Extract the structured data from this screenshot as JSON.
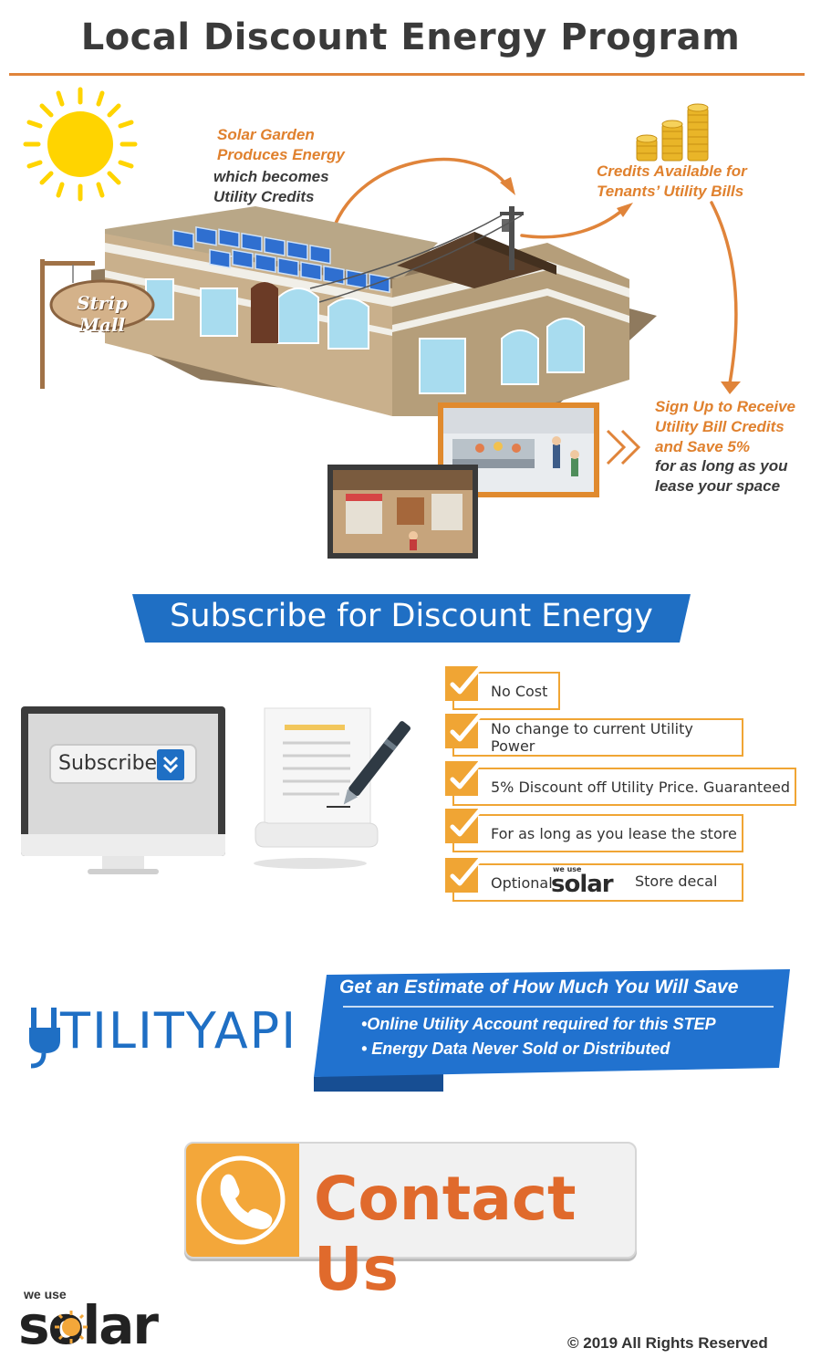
{
  "header": {
    "title": "Local Discount Energy Program"
  },
  "scene": {
    "sign_text": "Strip Mall",
    "solar_caption_orange": "Solar Garden\nProduces Energy",
    "solar_caption_dark": "which becomes\nUtility Credits",
    "credits_caption": "Credits Available for\nTenants’ Utility Bills",
    "signup_caption_orange": "Sign Up to Receive\nUtility Bill Credits\nand Save 5%",
    "signup_caption_dark": "for as long as you\nlease your space"
  },
  "subscribe_section": {
    "banner": "Subscribe for Discount Energy",
    "monitor_button": "Subscribe",
    "benefits": [
      "No Cost",
      "No change to current Utility Power",
      "5% Discount off Utility Price. Guaranteed",
      "For as long as you lease the store"
    ],
    "decal_prefix": "Optional",
    "decal_suffix": "Store decal",
    "decal_logo_small": "we use",
    "decal_logo_big": "solar"
  },
  "estimate": {
    "logo_text": "TILITYAPI",
    "title": "Get an Estimate of How Much You Will Save",
    "bullets": [
      "•Online Utility Account required for this STEP",
      "• Energy Data Never Sold or Distributed"
    ]
  },
  "contact": {
    "label": "Contact Us"
  },
  "footer": {
    "logo_small": "we use",
    "logo_big": "solar",
    "copyright": "© 2019  All Rights Reserved"
  },
  "colors": {
    "orange": "#e0843a",
    "gold": "#f0a534",
    "blue": "#1f6fc4",
    "contact_orange": "#e06a2c"
  }
}
